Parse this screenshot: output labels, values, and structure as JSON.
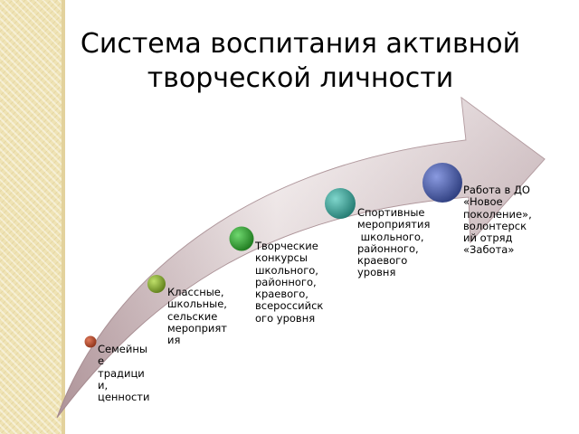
{
  "slide": {
    "title_lines": [
      "Система воспитания активной",
      "творческой личности"
    ],
    "colors": {
      "side_panel": "#efe3b4",
      "arrow_light": "#f7f1f1",
      "arrow_dark": "#b99fa4",
      "dot_red": "#b0462a",
      "dot_olive": "#8ab02e",
      "dot_green": "#34a534",
      "dot_teal": "#3ea89c",
      "dot_blue": "#4a5fa6"
    },
    "stages": [
      {
        "name": "stage-family",
        "dot_icon": "circle-marker-icon",
        "lines": [
          "Семейны",
          "е",
          "традици",
          "и,",
          "ценности"
        ]
      },
      {
        "name": "stage-class",
        "dot_icon": "circle-marker-icon",
        "lines": [
          "Классные,",
          "школьные,",
          "сельские",
          "мероприят",
          "ия"
        ]
      },
      {
        "name": "stage-creative",
        "dot_icon": "circle-marker-icon",
        "lines": [
          "Творческие",
          "конкурсы",
          "школьного,",
          "районного,",
          "краевого,",
          "всероссийск",
          "ого уровня"
        ]
      },
      {
        "name": "stage-sports",
        "dot_icon": "circle-marker-icon",
        "lines": [
          "Спортивные",
          "мероприятия",
          " школьного,",
          "районного,",
          "краевого",
          "уровня"
        ]
      },
      {
        "name": "stage-volunteer",
        "dot_icon": "circle-marker-icon",
        "lines": [
          "Работа в ДО",
          "«Новое",
          "поколение»,",
          "волонтерск",
          "ий отряд",
          "«Забота»"
        ]
      }
    ]
  }
}
